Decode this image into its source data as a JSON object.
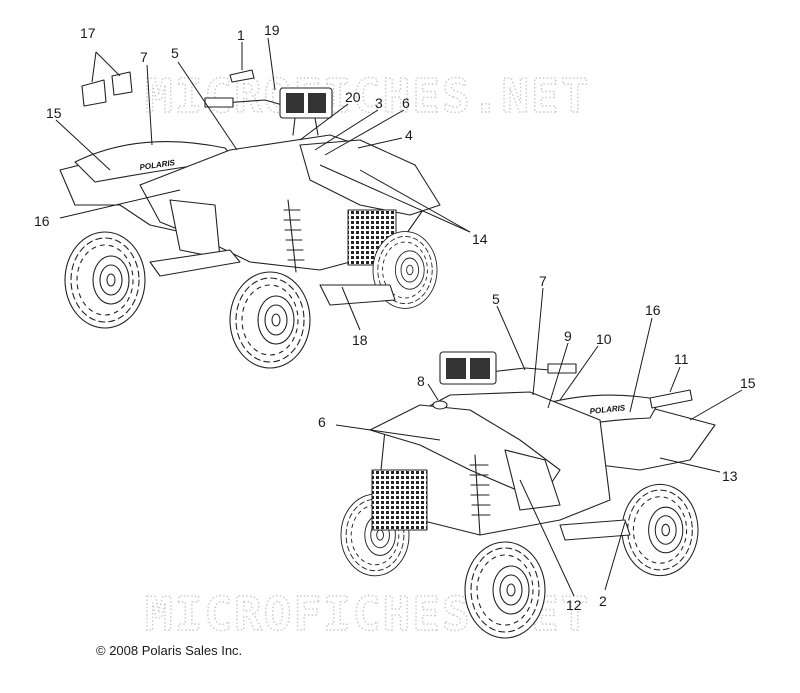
{
  "watermark": "MICROFICHES.NET",
  "copyright": "© 2008 Polaris Sales Inc.",
  "decal_brand": "POLARIS",
  "callouts": {
    "c1": "1",
    "c2": "2",
    "c3": "3",
    "c4": "4",
    "c5a": "5",
    "c5b": "5",
    "c6a": "6",
    "c6b": "6",
    "c7a": "7",
    "c7b": "7",
    "c8": "8",
    "c9": "9",
    "c10": "10",
    "c11": "11",
    "c12": "12",
    "c13": "13",
    "c14": "14",
    "c15a": "15",
    "c15b": "15",
    "c16a": "16",
    "c16b": "16",
    "c17": "17",
    "c18": "18",
    "c19": "19",
    "c20": "20"
  }
}
